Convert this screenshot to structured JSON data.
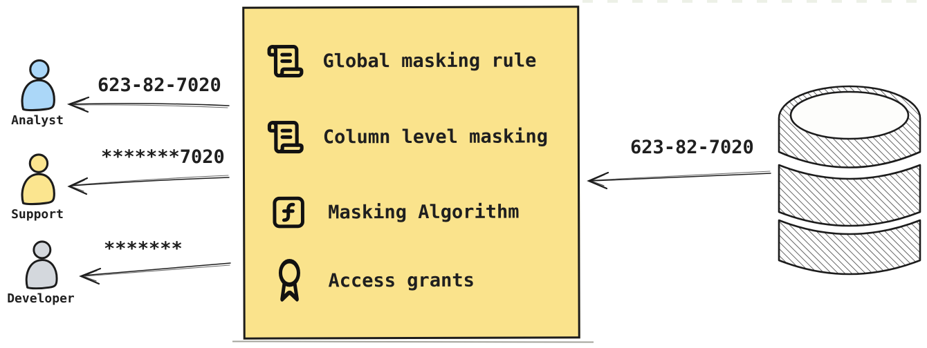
{
  "colors": {
    "box_fill": "#fae38c",
    "outline": "#1c1c1c",
    "analyst_fill": "#abd7f8",
    "support_fill": "#fbe58f",
    "developer_fill": "#d4d8dd",
    "text": "#1f1f1f"
  },
  "personas": [
    {
      "label": "Analyst",
      "received_value": "623-82-7020"
    },
    {
      "label": "Support",
      "received_value": "*******7020"
    },
    {
      "label": "Developer",
      "received_value": "*******"
    }
  ],
  "masking_box": {
    "items": [
      {
        "icon": "scroll-text-icon",
        "label": "Global masking rule"
      },
      {
        "icon": "scroll-text-icon",
        "label": "Column level masking"
      },
      {
        "icon": "function-square-icon",
        "label": "Masking Algorithm"
      },
      {
        "icon": "award-icon",
        "label": "Access grants"
      }
    ]
  },
  "database": {
    "icon": "database-icon",
    "output_value": "623-82-7020"
  }
}
